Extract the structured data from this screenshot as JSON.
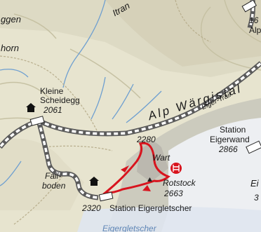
{
  "map": {
    "places": {
      "top_left_1": "ggen",
      "top_left_2": "horn",
      "itramen": "Itran",
      "top_right_elev": "16",
      "top_right_name": "Alpi",
      "kleine_name_1": "Kleine",
      "kleine_name_2": "Scheidegg",
      "kleine_elev": "2061",
      "alp_name": "Alp Wärgistal",
      "eiger_trail": "Eiger-Trail",
      "station_ew_1": "Station",
      "station_ew_2": "Eigerwand",
      "station_ew_elev": "2866",
      "peak_2280": "2280",
      "wart": "Wart",
      "rotstock_name": "Rotstock",
      "rotstock_elev": "2663",
      "fallboden_1": "Fall-",
      "fallboden_2": "boden",
      "station_eg_elev": "2320",
      "station_eg_name": "Station Eigergletscher",
      "eigergletscher": "Eigergletscher",
      "right_edge_1": "Ei",
      "right_edge_2": "3"
    },
    "colors": {
      "trail": "#d8141e",
      "railway": "#5a5a5a",
      "water": "#6e9fd0",
      "glacier": "#f4f6f9",
      "terrain": "#e7e4cf"
    },
    "icons": [
      "hut-icon",
      "via-ferrata-icon",
      "summit-icon",
      "station-icon",
      "direction-arrow-icon"
    ]
  }
}
